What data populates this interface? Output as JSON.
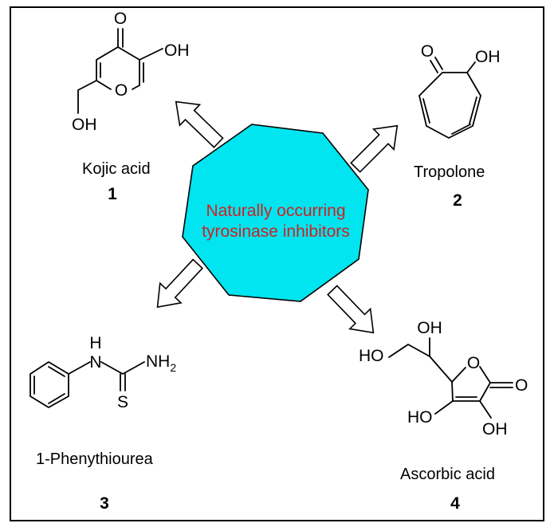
{
  "center_label": [
    "Naturally occurring",
    "tyrosinase inhibitors"
  ],
  "colors": {
    "octagon_fill": "#00e5ef",
    "center_text": "#cc2222",
    "border": "#000000"
  },
  "compounds": [
    {
      "name": "Kojic acid",
      "number": "1",
      "atoms": {
        "o_carbonyl": "O",
        "oh_top": "OH",
        "o_ring": "O",
        "oh_side": "OH"
      }
    },
    {
      "name": "Tropolone",
      "number": "2",
      "atoms": {
        "o_carbonyl": "O",
        "oh": "OH"
      }
    },
    {
      "name": "1-Phenythiourea",
      "number": "3",
      "atoms": {
        "nh": "H",
        "n": "N",
        "nh2": "NH",
        "nh2_sub": "2",
        "s": "S"
      }
    },
    {
      "name": "Ascorbic acid",
      "number": "4",
      "atoms": {
        "oh_top": "OH",
        "ho_left": "HO",
        "o_ring": "O",
        "o_carbonyl": "O",
        "ho_bottom": "HO",
        "oh_bottom": "OH"
      }
    }
  ]
}
